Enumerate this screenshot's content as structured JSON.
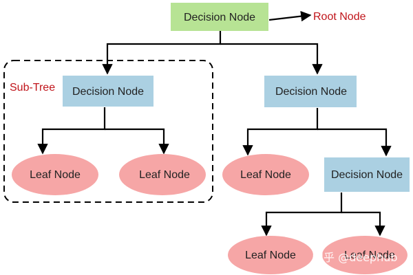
{
  "colors": {
    "root_fill": "#b7e394",
    "decision_fill": "#abd0e2",
    "leaf_fill": "#f6a6a6",
    "line": "#000000",
    "annotation_text": "#c0141a"
  },
  "tree": {
    "root": {
      "label": "Decision Node"
    },
    "root_annotation": "Root Node",
    "subtree_label": "Sub-Tree",
    "left_decision": {
      "label": "Decision Node"
    },
    "right_decision": {
      "label": "Decision Node"
    },
    "leaf_1": {
      "label": "Leaf Node"
    },
    "leaf_2": {
      "label": "Leaf Node"
    },
    "leaf_3": {
      "label": "Leaf Node"
    },
    "lower_decision": {
      "label": "Decision Node"
    },
    "leaf_4": {
      "label": "Leaf Node"
    },
    "leaf_5": {
      "label": "Leaf Node"
    }
  },
  "watermark": "知乎 @deephub"
}
